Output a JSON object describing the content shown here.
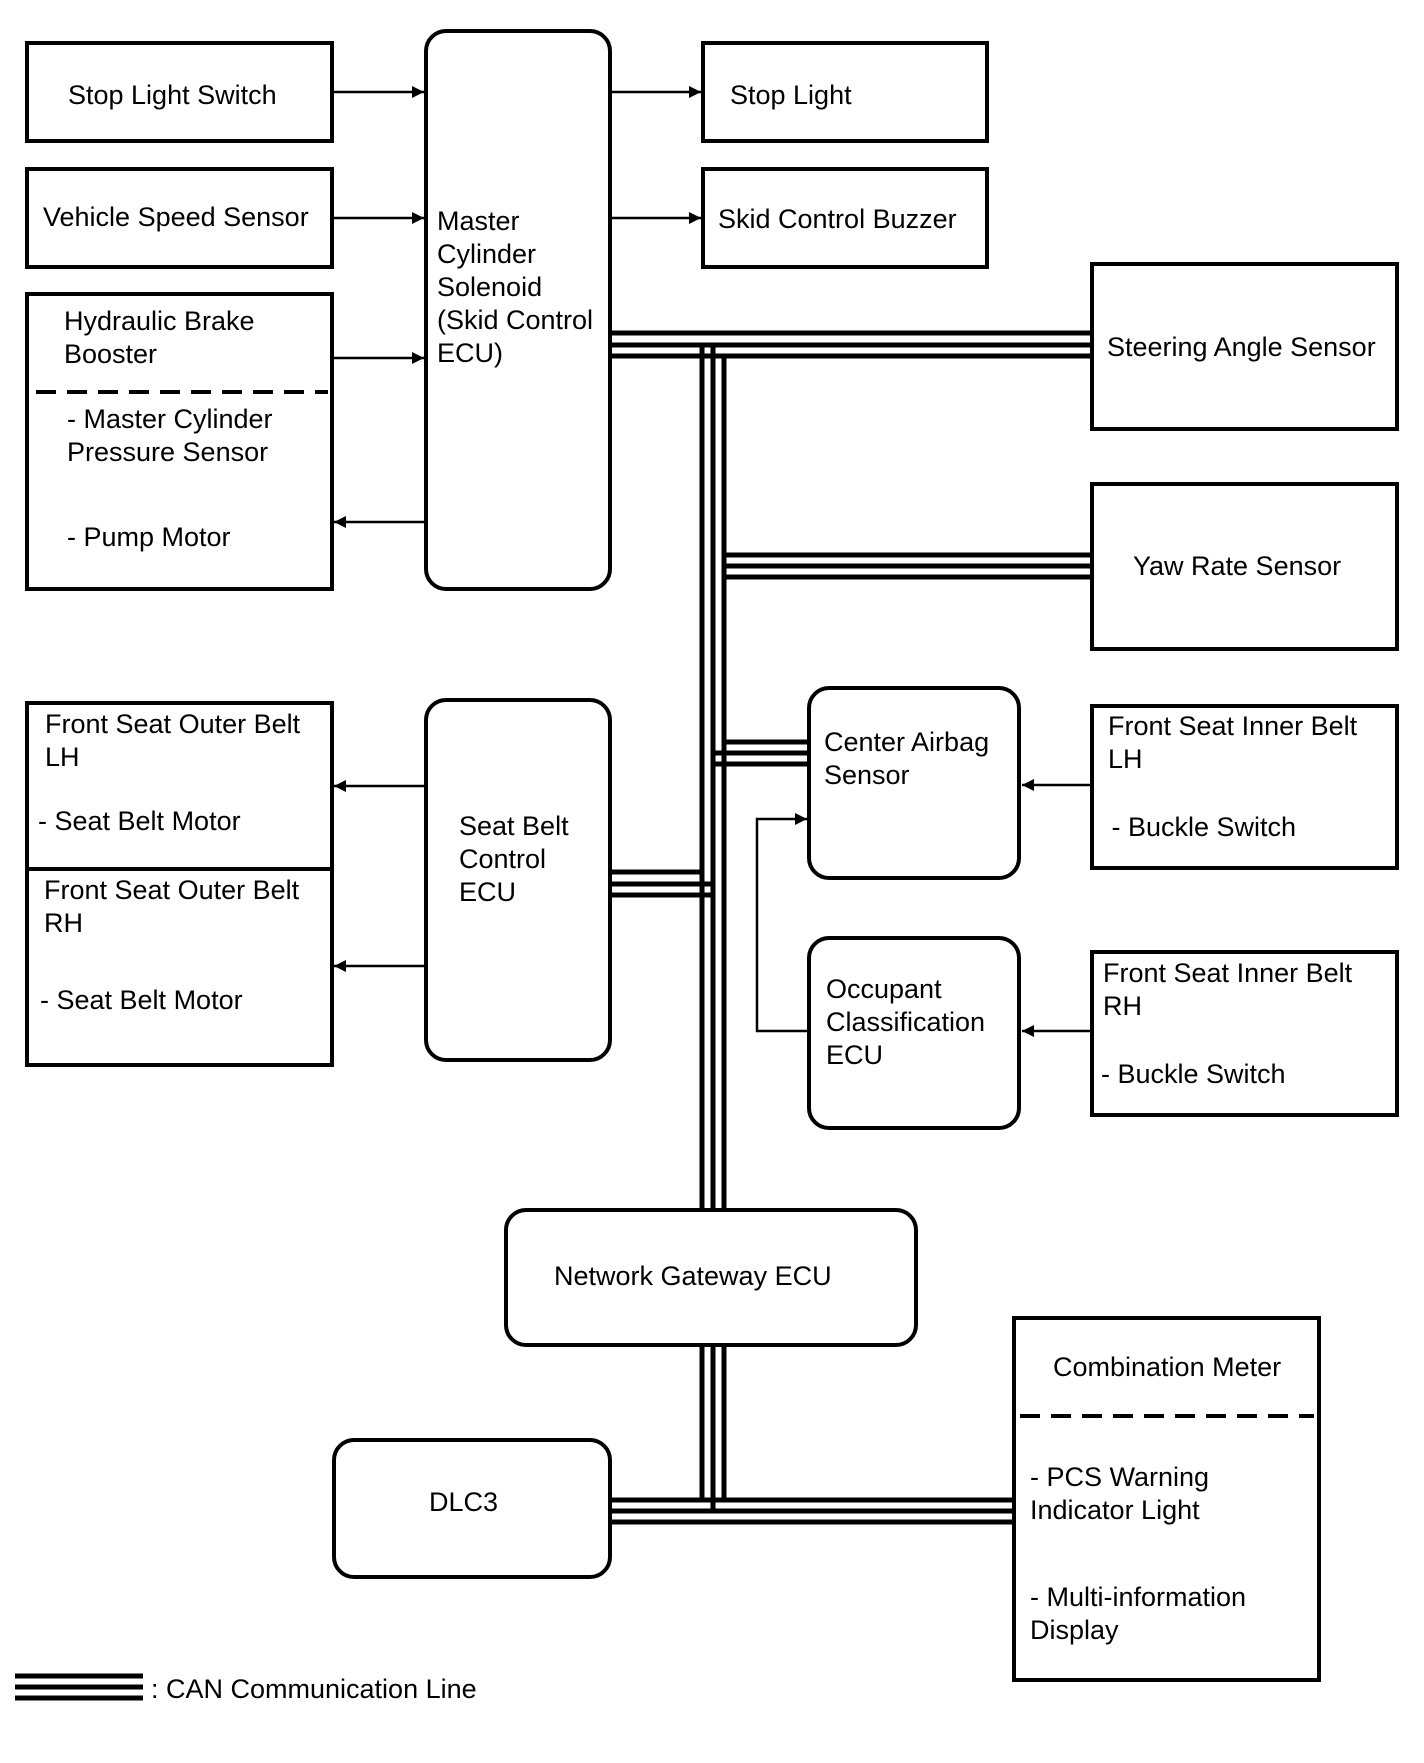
{
  "blocks": {
    "stop_light_switch": [
      "Stop Light Switch"
    ],
    "vehicle_speed_sensor": [
      "Vehicle Speed Sensor"
    ],
    "hydraulic_brake_booster": {
      "title": [
        "Hydraulic Brake",
        "Booster"
      ],
      "items": [
        [
          "- Master Cylinder",
          "Pressure Sensor"
        ],
        [
          "- Pump Motor"
        ]
      ]
    },
    "master_cylinder_solenoid": [
      "Master",
      "Cylinder",
      "Solenoid",
      "(Skid Control",
      "ECU)"
    ],
    "stop_light": [
      "Stop Light"
    ],
    "skid_control_buzzer": [
      "Skid Control Buzzer"
    ],
    "steering_angle_sensor": [
      "Steering Angle Sensor"
    ],
    "yaw_rate_sensor": [
      "Yaw Rate Sensor"
    ],
    "front_seat_outer_belt_lh": {
      "title": [
        "Front Seat Outer Belt",
        "LH"
      ],
      "items": [
        "- Seat Belt Motor"
      ]
    },
    "front_seat_outer_belt_rh": {
      "title": [
        "Front Seat Outer Belt",
        "RH"
      ],
      "items": [
        "- Seat Belt Motor"
      ]
    },
    "seat_belt_control_ecu": [
      "Seat Belt",
      "Control",
      "ECU"
    ],
    "center_airbag_sensor": [
      "Center Airbag",
      "Sensor"
    ],
    "front_seat_inner_belt_lh": {
      "title": [
        "Front Seat Inner Belt",
        "LH"
      ],
      "items": [
        " - Buckle Switch"
      ]
    },
    "occupant_classification_ecu": [
      "Occupant",
      "Classification",
      "ECU"
    ],
    "front_seat_inner_belt_rh": {
      "title": [
        "Front Seat Inner Belt",
        "RH"
      ],
      "items": [
        "- Buckle Switch"
      ]
    },
    "network_gateway_ecu": [
      "Network Gateway ECU"
    ],
    "dlc3": [
      "DLC3"
    ],
    "combination_meter": {
      "title": [
        "Combination Meter"
      ],
      "items": [
        [
          "- PCS Warning",
          "Indicator Light"
        ],
        [
          "- Multi-information",
          "Display"
        ]
      ]
    }
  },
  "legend": {
    "label": ": CAN Communication Line"
  }
}
